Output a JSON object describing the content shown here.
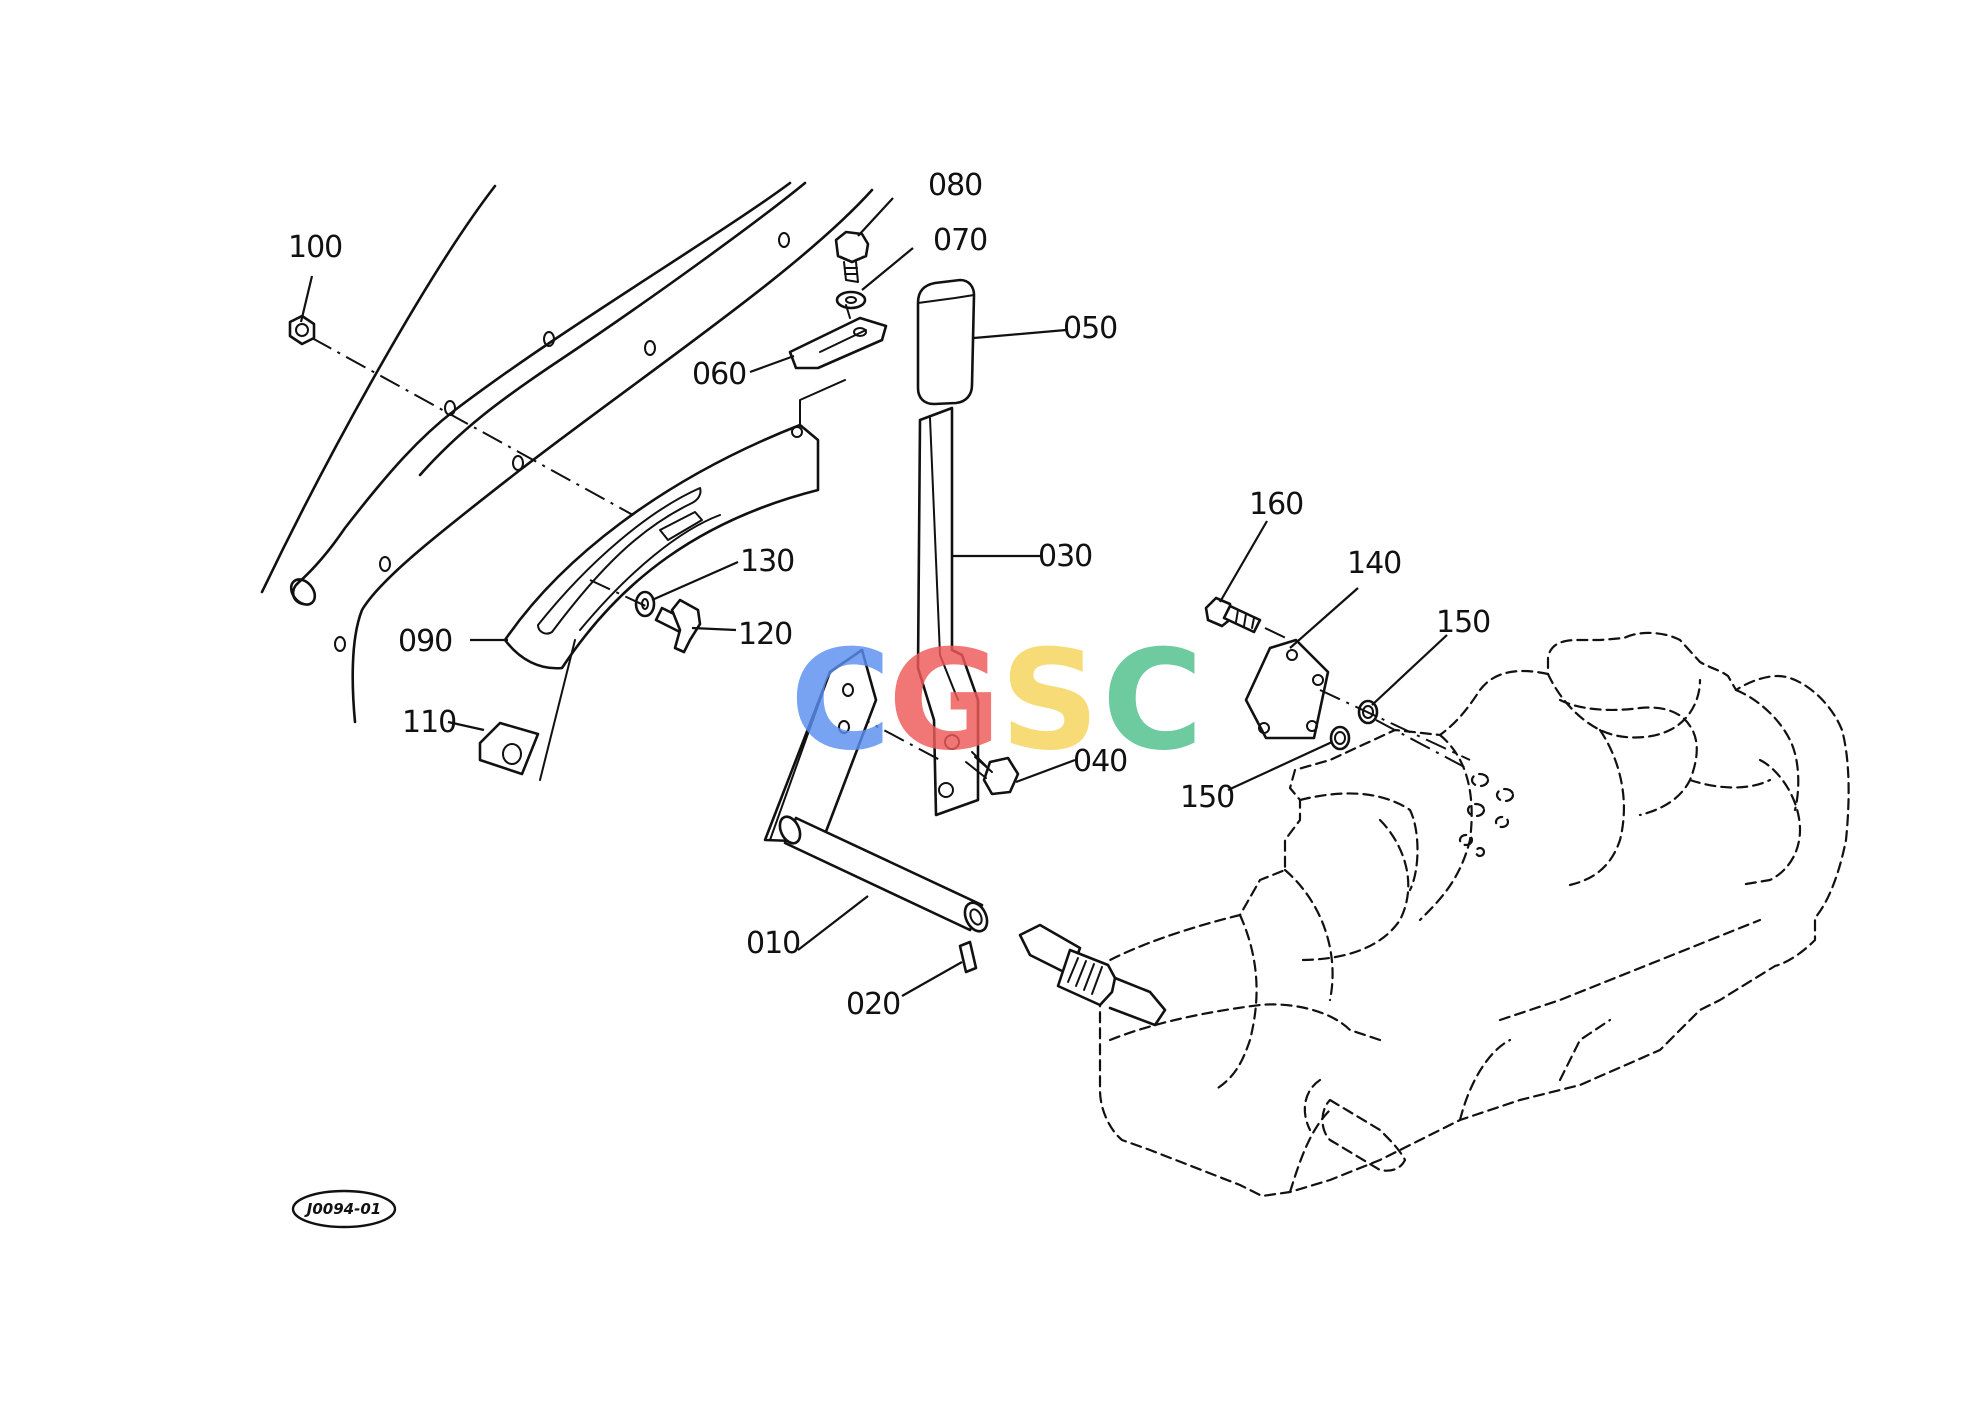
{
  "diagram": {
    "figure_code": "J0094-01",
    "callouts": [
      {
        "id": "callout-010",
        "label": "010"
      },
      {
        "id": "callout-020",
        "label": "020"
      },
      {
        "id": "callout-030",
        "label": "030"
      },
      {
        "id": "callout-040",
        "label": "040"
      },
      {
        "id": "callout-050",
        "label": "050"
      },
      {
        "id": "callout-060",
        "label": "060"
      },
      {
        "id": "callout-070",
        "label": "070"
      },
      {
        "id": "callout-080",
        "label": "080"
      },
      {
        "id": "callout-090",
        "label": "090"
      },
      {
        "id": "callout-100",
        "label": "100"
      },
      {
        "id": "callout-110",
        "label": "110"
      },
      {
        "id": "callout-120",
        "label": "120"
      },
      {
        "id": "callout-130",
        "label": "130"
      },
      {
        "id": "callout-140",
        "label": "140"
      },
      {
        "id": "callout-150a",
        "label": "150"
      },
      {
        "id": "callout-150b",
        "label": "150"
      },
      {
        "id": "callout-160",
        "label": "160"
      }
    ]
  },
  "watermark": {
    "letters": [
      "C",
      "G",
      "S",
      "C"
    ],
    "colors": [
      "#5b8ef0",
      "#ef5a5a",
      "#f5d45a",
      "#4fbf8a"
    ]
  }
}
